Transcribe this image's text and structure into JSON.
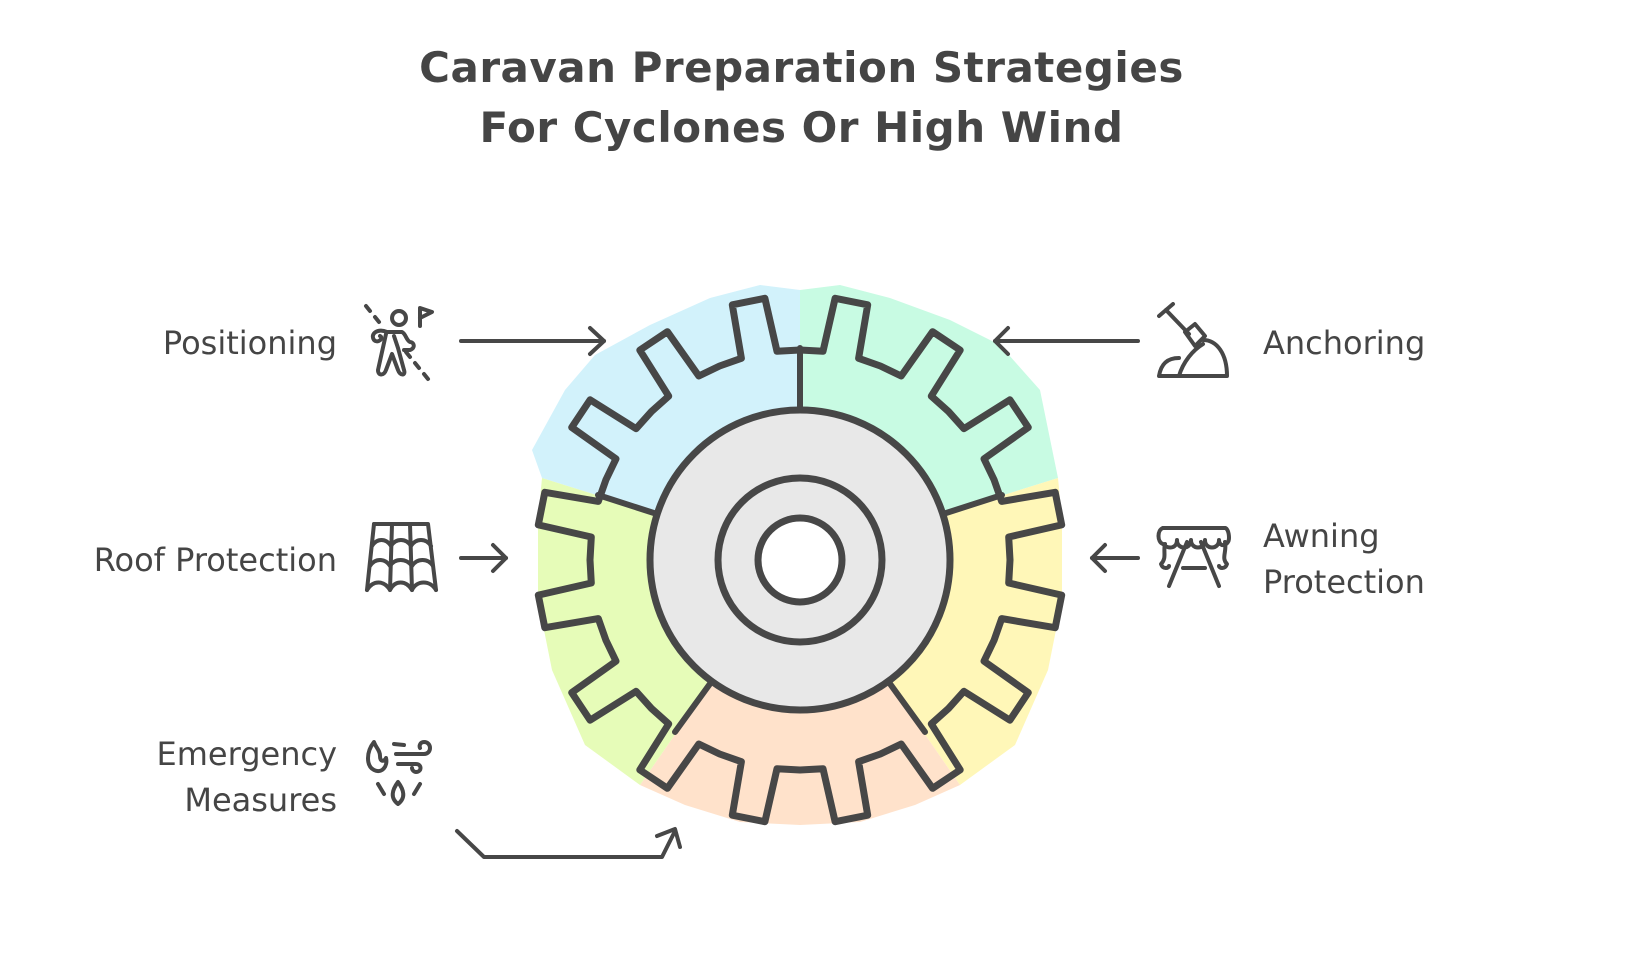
{
  "title": {
    "line1": "Caravan Preparation Strategies",
    "line2": "For Cyclones Or High Wind"
  },
  "colors": {
    "stroke": "#474747",
    "text": "#454545",
    "hub_fill": "#e8e8e8",
    "segment_positioning": "#d2f2fb",
    "segment_anchoring": "#c8fbe3",
    "segment_awning": "#fff7b8",
    "segment_emergency": "#ffe2cb",
    "segment_roof": "#e6fcb8"
  },
  "strategies": [
    {
      "id": "positioning",
      "label_lines": [
        "Positioning"
      ],
      "icon": "person-with-flag-icon",
      "side": "left",
      "arrow_direction": "right"
    },
    {
      "id": "roof-protection",
      "label_lines": [
        "Roof Protection"
      ],
      "icon": "roof-tiles-icon",
      "side": "left",
      "arrow_direction": "right"
    },
    {
      "id": "emergency-measures",
      "label_lines": [
        "Emergency",
        "Measures"
      ],
      "icon": "fire-water-wind-icon",
      "side": "left",
      "arrow_direction": "up-right"
    },
    {
      "id": "anchoring",
      "label_lines": [
        "Anchoring"
      ],
      "icon": "shovel-dirt-icon",
      "side": "right",
      "arrow_direction": "left"
    },
    {
      "id": "awning-protection",
      "label_lines": [
        "Awning",
        "Protection"
      ],
      "icon": "awning-icon",
      "side": "right",
      "arrow_direction": "left"
    }
  ],
  "center_graphic": {
    "type": "gear",
    "teeth": 16,
    "segments": [
      "positioning",
      "anchoring",
      "awning-protection",
      "emergency-measures",
      "roof-protection"
    ]
  }
}
